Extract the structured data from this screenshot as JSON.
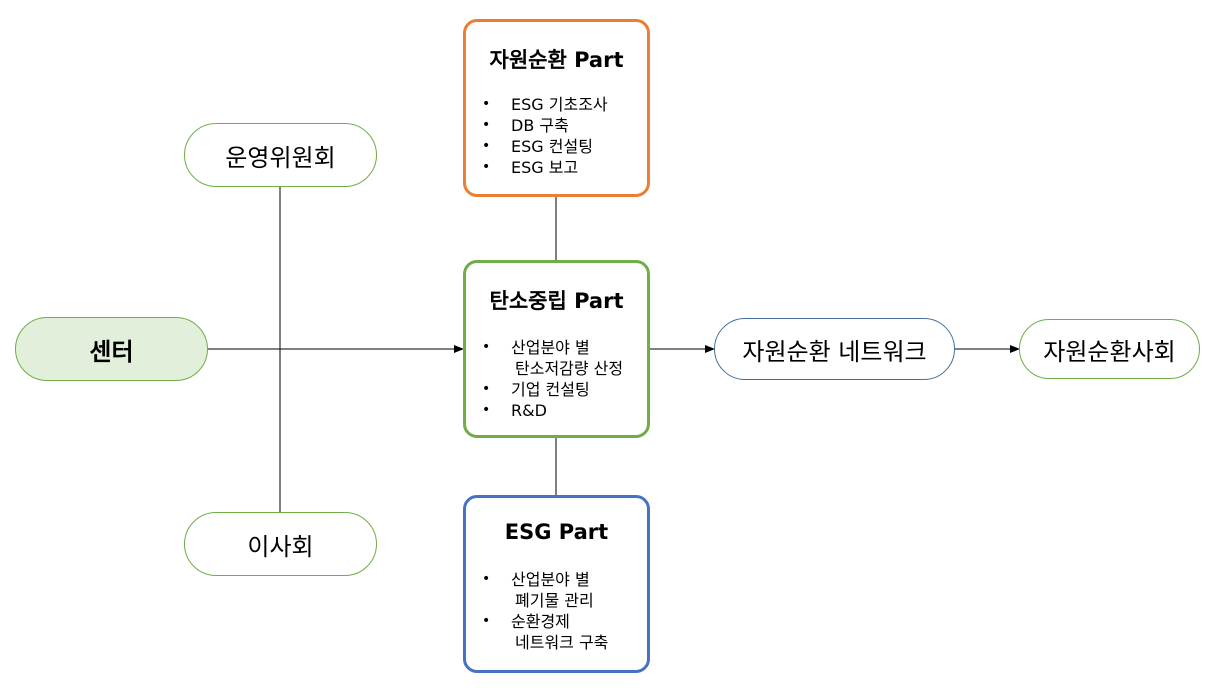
{
  "nodes": {
    "center": "센터",
    "steering_committee": "운영위원회",
    "board": "이사회",
    "network": "자원순환 네트워크",
    "society": "자원순환사회"
  },
  "parts": {
    "resource": {
      "title": "자원순환 Part",
      "items": [
        "ESG 기초조사",
        "DB 구축",
        "ESG 컨설팅",
        "ESG 보고"
      ]
    },
    "carbon": {
      "title": "탄소중립 Part",
      "items": [
        {
          "line1": "산업분야 별",
          "line2": "탄소저감량 산정"
        },
        "기업 컨설팅",
        "R&D"
      ]
    },
    "esg": {
      "title": "ESG Part",
      "items": [
        {
          "line1": "산업분야 별",
          "line2": "폐기물 관리"
        },
        {
          "line1": "순환경제",
          "line2": "네트워크 구축"
        }
      ]
    }
  },
  "colors": {
    "green": "#70ad47",
    "green_fill": "#e2efda",
    "orange": "#ed7d31",
    "blue": "#4472c4",
    "dark_blue": "#41719c"
  }
}
